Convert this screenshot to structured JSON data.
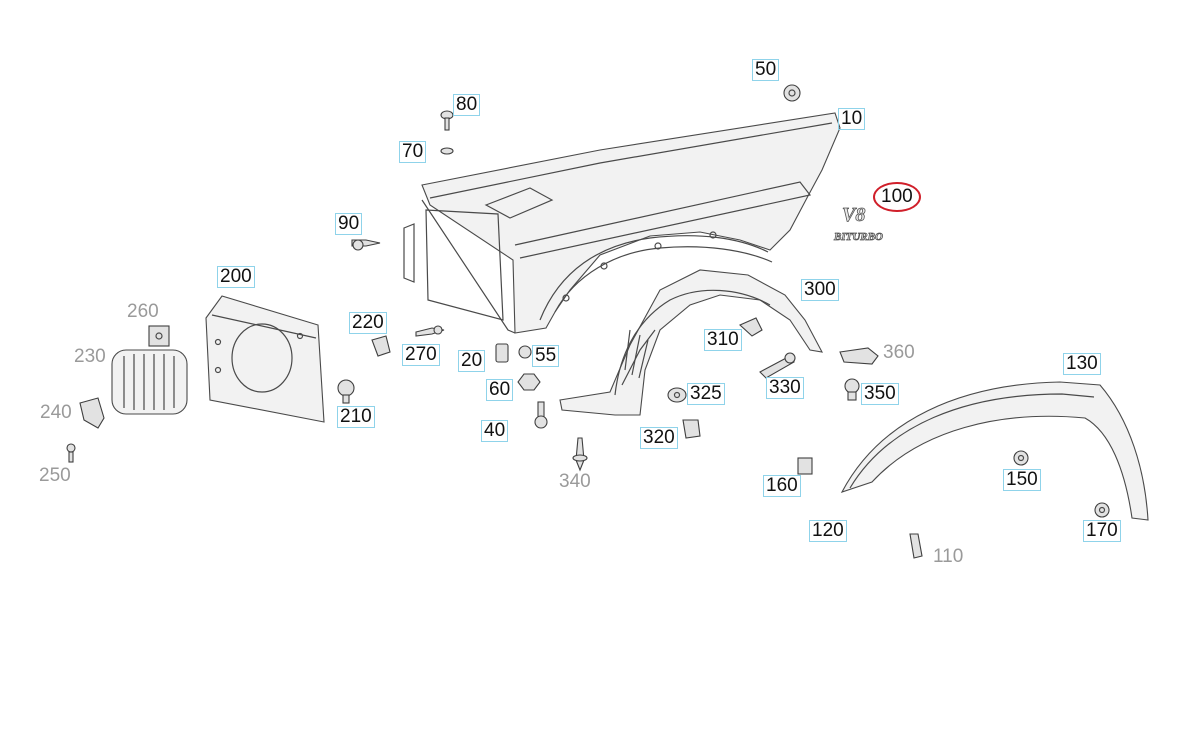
{
  "diagram": {
    "callouts": [
      {
        "id": "10",
        "label": "10",
        "style": "boxed"
      },
      {
        "id": "20",
        "label": "20",
        "style": "boxed"
      },
      {
        "id": "40",
        "label": "40",
        "style": "boxed"
      },
      {
        "id": "50",
        "label": "50",
        "style": "boxed"
      },
      {
        "id": "55",
        "label": "55",
        "style": "boxed"
      },
      {
        "id": "60",
        "label": "60",
        "style": "boxed"
      },
      {
        "id": "70",
        "label": "70",
        "style": "boxed"
      },
      {
        "id": "80",
        "label": "80",
        "style": "boxed"
      },
      {
        "id": "90",
        "label": "90",
        "style": "boxed"
      },
      {
        "id": "100",
        "label": "100",
        "style": "highlight"
      },
      {
        "id": "110",
        "label": "110",
        "style": "grey"
      },
      {
        "id": "120",
        "label": "120",
        "style": "boxed"
      },
      {
        "id": "130",
        "label": "130",
        "style": "boxed"
      },
      {
        "id": "150",
        "label": "150",
        "style": "boxed"
      },
      {
        "id": "160",
        "label": "160",
        "style": "boxed"
      },
      {
        "id": "170",
        "label": "170",
        "style": "boxed"
      },
      {
        "id": "200",
        "label": "200",
        "style": "boxed"
      },
      {
        "id": "210",
        "label": "210",
        "style": "boxed"
      },
      {
        "id": "220",
        "label": "220",
        "style": "boxed"
      },
      {
        "id": "230",
        "label": "230",
        "style": "grey"
      },
      {
        "id": "240",
        "label": "240",
        "style": "grey"
      },
      {
        "id": "250",
        "label": "250",
        "style": "grey"
      },
      {
        "id": "260",
        "label": "260",
        "style": "grey"
      },
      {
        "id": "270",
        "label": "270",
        "style": "boxed"
      },
      {
        "id": "300",
        "label": "300",
        "style": "boxed"
      },
      {
        "id": "310",
        "label": "310",
        "style": "boxed"
      },
      {
        "id": "320",
        "label": "320",
        "style": "boxed"
      },
      {
        "id": "325",
        "label": "325",
        "style": "boxed"
      },
      {
        "id": "330",
        "label": "330",
        "style": "boxed"
      },
      {
        "id": "340",
        "label": "340",
        "style": "grey"
      },
      {
        "id": "350",
        "label": "350",
        "style": "boxed"
      },
      {
        "id": "360",
        "label": "360",
        "style": "grey"
      }
    ],
    "badge": {
      "line1": "V8",
      "line2": "BITURBO"
    },
    "colors": {
      "callout_border": "#8fd3ea",
      "highlight": "#d01f2a",
      "grey_label": "#9a9a9a",
      "line": "#4a4a4a"
    }
  }
}
